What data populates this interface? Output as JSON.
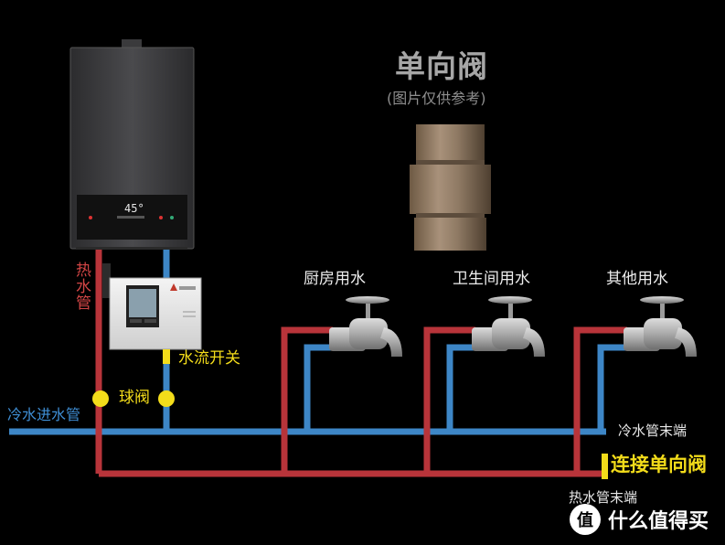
{
  "title": "单向阀",
  "subtitle": "(图片仅供参考)",
  "heater_display": "45°",
  "labels": {
    "hot_pipe": [
      "热",
      "水",
      "管"
    ],
    "kitchen": "厨房用水",
    "bathroom": "卫生间用水",
    "other": "其他用水",
    "flow_switch": "水流开关",
    "ball_valve": "球阀",
    "cold_inlet": "冷水进水管",
    "cold_end": "冷水管末端",
    "connect_valve": "连接单向阀",
    "hot_end": "热水管末端"
  },
  "watermark": {
    "icon_glyph": "值",
    "text": "什么值得买"
  },
  "colors": {
    "hot_pipe": "#b8343a",
    "cold_pipe": "#3d86c6",
    "highlight": "#f3dc1a",
    "heater_body": "#3e3e40",
    "background": "#000000"
  }
}
